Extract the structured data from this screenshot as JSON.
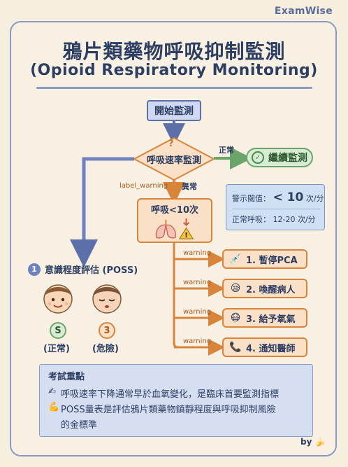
{
  "brand": "ExamWise",
  "title_zh": "鴉片類藥物呼吸抑制監測",
  "title_en": "(Opioid Respiratory Monitoring)",
  "flow": {
    "start": "開始監測",
    "decision": "呼吸速率監測",
    "decision_mark": "?",
    "normal_label": "正常",
    "continue": "繼續監測",
    "label_warning": "label_warning",
    "abnormal_label": "異常",
    "rr_low": "呼吸<10次",
    "warning_tag": "warning"
  },
  "info": {
    "alarm_label": "警示閾值：",
    "alarm_value": "< 10",
    "alarm_unit": "次/分",
    "normal_label": "正常呼吸：",
    "normal_value": "12-20 次/分"
  },
  "actions": [
    {
      "label": "1. 暫停PCA",
      "icon": "syringe-icon"
    },
    {
      "label": "2. 喚醒病人",
      "icon": "sleepy-face-icon"
    },
    {
      "label": "3. 給予氧氣",
      "icon": "oxygen-mask-icon"
    },
    {
      "label": "4. 通知醫師",
      "icon": "doctor-phone-icon"
    }
  ],
  "poss": {
    "num": "1",
    "title": "意識程度評估 (POSS)",
    "s_badge": "S",
    "s_caption": "(正常)",
    "three_badge": "3",
    "three_caption": "(危險)"
  },
  "exam": {
    "title": "考試重點",
    "line1": "呼吸速率下降通常早於血氧變化，是臨床首要監測指標",
    "line2a": "POSS量表是評估鴉片類藥物鎮靜程度與呼吸抑制風險",
    "line2b": "的金標準"
  },
  "by": "by",
  "colors": {
    "accent_blue": "#5d6fa8",
    "warn_orange": "#d9843b",
    "ok_green": "#6aa66a"
  }
}
